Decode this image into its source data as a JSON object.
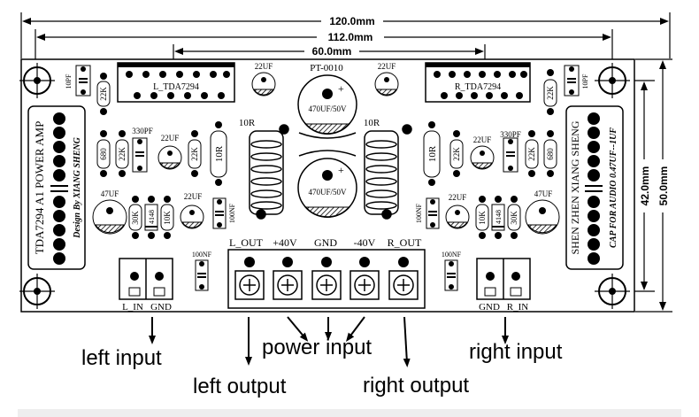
{
  "dimensions": {
    "width_total": "120.0mm",
    "width_holes": "112.0mm",
    "width_ic": "60.0mm",
    "height_holes": "42.0mm",
    "height_total": "50.0mm"
  },
  "board": {
    "model": "PT-0010",
    "ic_left": "L_TDA7294",
    "ic_right": "R_TDA7294",
    "left_side_text": "TDA7294 A1 POWER AMP",
    "left_side_subtext": "Design By XIANG SHENG",
    "right_side_text": "SHEN ZHEN XIANG SHENG",
    "right_side_subtext": "CAP FOR AUDIO 0.47UF--1UF"
  },
  "components": {
    "c_10pf": "10PF",
    "r_22k": "22K",
    "c_22uf": "22UF",
    "c_470uf": "470UF/50V",
    "r_10r": "10R",
    "c_330pf": "330PF",
    "r_680": "680",
    "c_47uf": "47UF",
    "r_30k": "30K",
    "d_4148": "4148",
    "r_10k": "10K",
    "c_100nf": "100NF",
    "plus": "+"
  },
  "terminals": {
    "l_out": "L_OUT",
    "plus40": "+40V",
    "gnd": "GND",
    "minus40": "-40V",
    "r_out": "R_OUT",
    "l_in": "L_IN",
    "r_in": "R_IN"
  },
  "annotations": {
    "left_input": "left input",
    "left_output": "left output",
    "power_input": "power input",
    "right_output": "right output",
    "right_input": "right input"
  }
}
